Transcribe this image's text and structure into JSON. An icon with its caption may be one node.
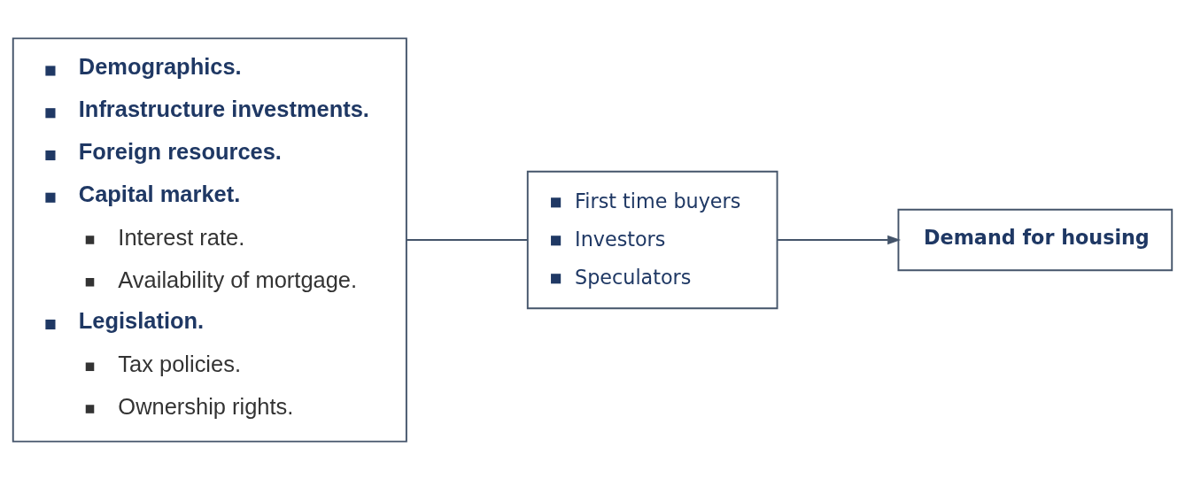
{
  "diagram": {
    "nodes": [
      {
        "text": [
          "Demographics.",
          "Infrastructure investments.",
          "Foreign resources.",
          "Capital market.",
          "Interest rate.",
          "Availability of mortgage.",
          "Legislation.",
          "Tax policies.",
          "Ownership rights."
        ]
      },
      {
        "text": [
          "First time buyers",
          "Investors",
          "Speculators"
        ]
      },
      {
        "text": [
          "Demand for housing"
        ]
      }
    ],
    "edges": [
      {
        "from": 0,
        "to": 1,
        "arrow": "none"
      },
      {
        "from": 1,
        "to": 2,
        "arrow": "to"
      }
    ]
  }
}
